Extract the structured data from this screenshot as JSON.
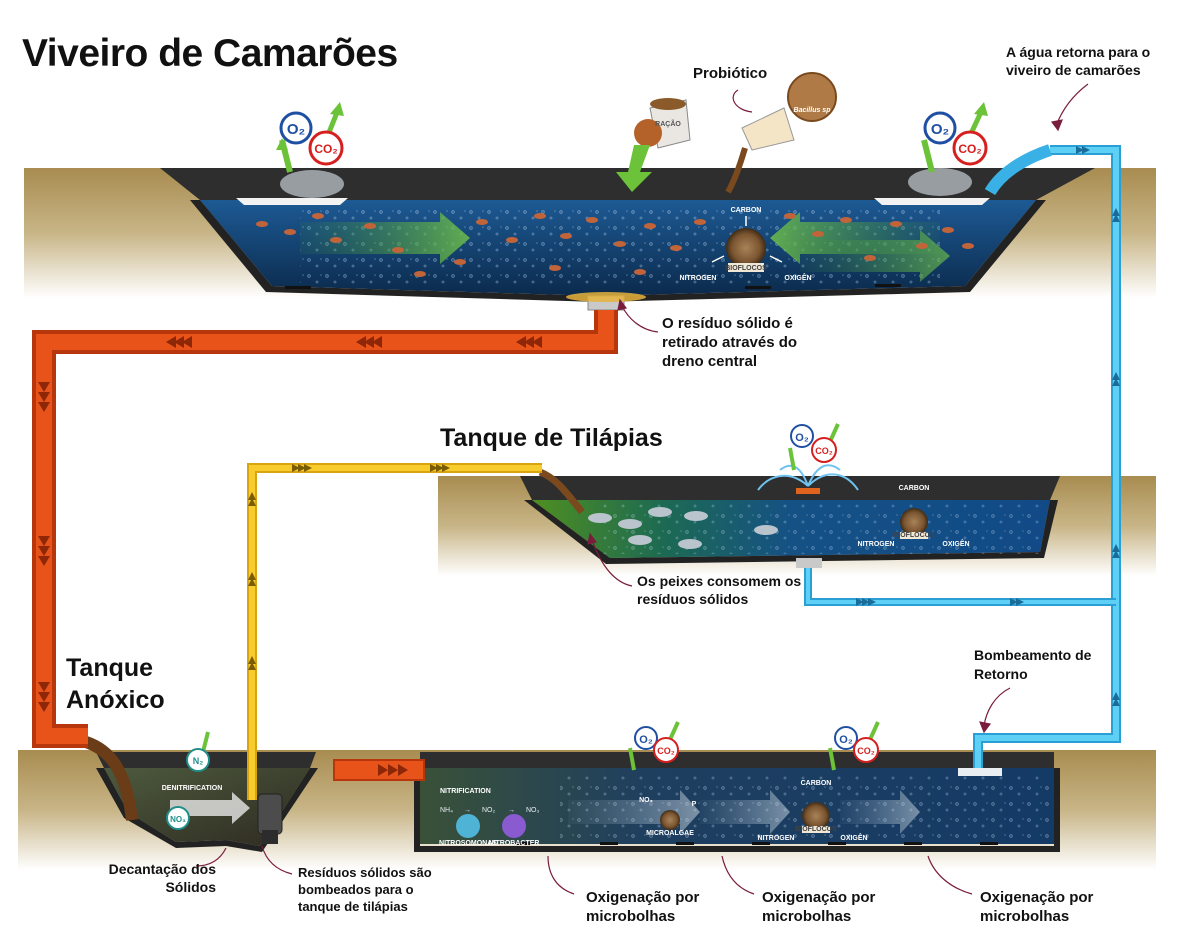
{
  "titles": {
    "shrimp": "Viveiro de Camarões",
    "tilapia": "Tanque de Tilápias",
    "anoxic": "Tanque\nAnóxico"
  },
  "labels": {
    "probiotic": "Probiótico",
    "bacillus": "Bacillus sp",
    "racao": "RAÇÃO",
    "water_return": "A água retorna para o viveiro de camarões",
    "solid_waste_drain": "O resíduo sólido é retirado através do dreno central",
    "fish_consume": "Os peixes consomem os resíduos sólidos",
    "return_pumping": "Bombeamento de Retorno",
    "decantation": "Decantação dos Sólidos",
    "solids_pumped": "Resíduos sólidos são bombeados para o tanque de tilápias",
    "oxygenation_1": "Oxigenação por microbolhas",
    "oxygenation_2": "Oxigenação por microbolhas",
    "oxygenation_3": "Oxigenação por microbolhas"
  },
  "gases": {
    "o2": "O₂",
    "co2": "CO₂",
    "n2": "N₂",
    "no3": "NO₃"
  },
  "biofloc": {
    "carbon": "CARBON",
    "nitrogen": "NITROGEN",
    "oxygen": "OXIGÊN",
    "biofloc": "BIOFLOCOS"
  },
  "process": {
    "denitrification": "DENITRIFICATION",
    "nitrification": "NITRIFICATION",
    "formula_nh4": "NH₄",
    "formula_no2": "NO₂",
    "formula_no3": "NO₃",
    "no3": "NO₃",
    "p": "P",
    "nitrosomonas": "NITROSOMONAS",
    "nitrobacter": "NITROBACTER",
    "microalgae": "MICROALGAE"
  },
  "colors": {
    "earth": "#b39a5e",
    "water": "#123d6b",
    "red_pipe": "#d9480f",
    "yellow_pipe": "#f5c21b",
    "blue_pipe": "#49c3ef",
    "liner": "#2b2b2b"
  }
}
